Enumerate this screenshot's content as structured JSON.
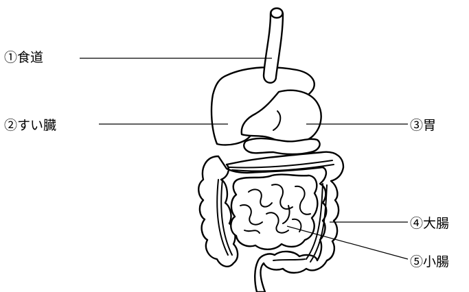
{
  "labels": {
    "esophagus": "①食道",
    "pancreas": "②すい臓",
    "stomach": "③胃",
    "large_intestine": "④大腸",
    "small_intestine": "⑤小腸"
  }
}
